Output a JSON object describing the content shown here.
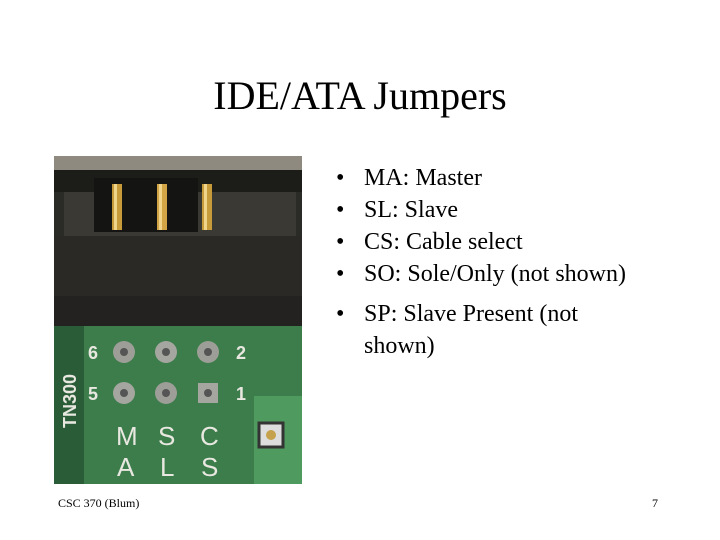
{
  "slide": {
    "title": "IDE/ATA Jumpers",
    "bullets": [
      "MA: Master",
      "SL: Slave",
      "CS: Cable select",
      "SO: Sole/Only (not shown)",
      "SP: Slave Present (not shown)"
    ],
    "bullet_glyph": "•"
  },
  "photo": {
    "board_label": "TN300",
    "pin_numbers_left": [
      "6",
      "5"
    ],
    "pin_numbers_right": [
      "2",
      "1"
    ],
    "jumper_letters_top": [
      "M",
      "S",
      "C"
    ],
    "jumper_letters_bottom": [
      "A",
      "L",
      "S"
    ]
  },
  "footer": {
    "course": "CSC 370 (Blum)",
    "page_number": "7"
  }
}
